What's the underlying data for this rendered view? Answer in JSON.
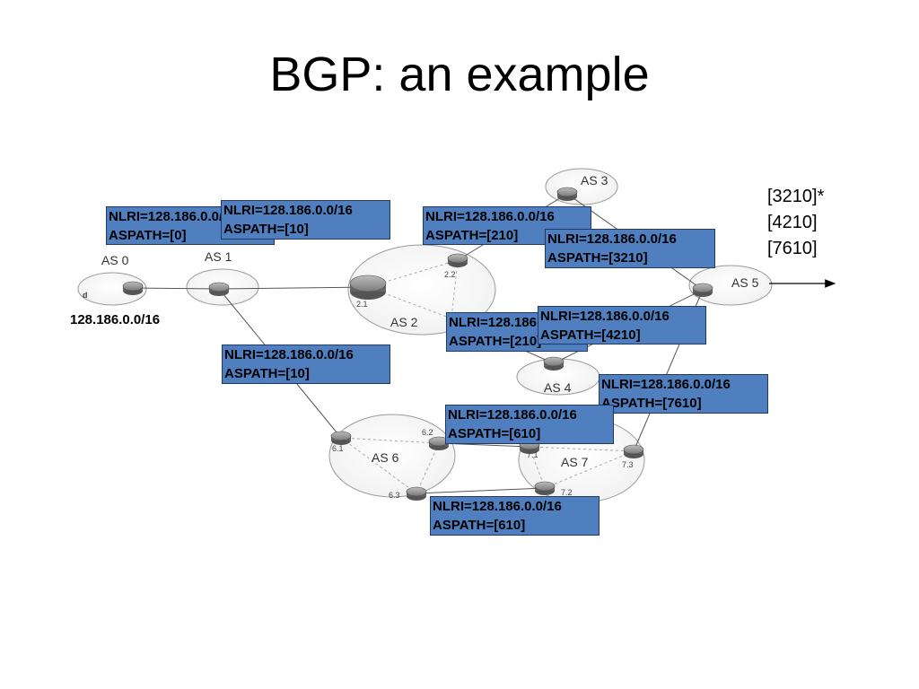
{
  "title": "BGP: an example",
  "prefix_label": "128.186.0.0/16",
  "as_labels": {
    "as0": "AS 0",
    "as1": "AS 1",
    "as2": "AS 2",
    "as3": "AS 3",
    "as4": "AS 4",
    "as5": "AS 5",
    "as6": "AS 6",
    "as7": "AS 7"
  },
  "router_labels": {
    "r21": "2.1",
    "r22": "2.2",
    "r61": "6.1",
    "r62": "6.2",
    "r63": "6.3",
    "r71": "7.1",
    "r72": "7.2",
    "r73": "7.3",
    "d": "d"
  },
  "announcements": [
    {
      "nlri": "NLRI=128.186.0.0/16",
      "aspath": "ASPATH=[0]"
    },
    {
      "nlri": "NLRI=128.186.0.0/16",
      "aspath": "ASPATH=[10]"
    },
    {
      "nlri": "NLRI=128.186.0.0/16",
      "aspath": "ASPATH=[210]"
    },
    {
      "nlri": "NLRI=128.186.0.0/16",
      "aspath": "ASPATH=[3210]"
    },
    {
      "nlri": "NLRI=128.186.0.0/16",
      "aspath": "ASPATH=[10]"
    },
    {
      "nlri": "NLRI=128.186.0.0/16",
      "aspath": "ASPATH=[210]"
    },
    {
      "nlri": "NLRI=128.186.0.0/16",
      "aspath": "ASPATH=[4210]"
    },
    {
      "nlri": "NLRI=128.186.0.0/16",
      "aspath": "ASPATH=[7610]"
    },
    {
      "nlri": "NLRI=128.186.0.0/16",
      "aspath": "ASPATH=[610]"
    },
    {
      "nlri": "NLRI=128.186.0.0/16",
      "aspath": "ASPATH=[610]"
    }
  ],
  "received_paths": [
    "[3210]*",
    "[4210]",
    "[7610]"
  ]
}
